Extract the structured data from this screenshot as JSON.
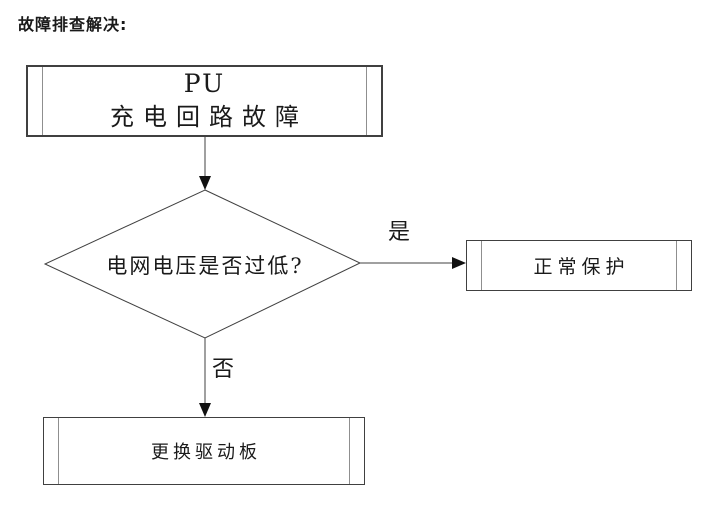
{
  "page": {
    "heading": "故障排查解决:"
  },
  "flowchart": {
    "nodes": {
      "fault": {
        "type": "predefined-process",
        "line1": "PU",
        "line2": "充电回路故障"
      },
      "decision": {
        "type": "decision",
        "label": "电网电压是否过低?"
      },
      "protect": {
        "type": "predefined-process",
        "label": "正常保护"
      },
      "replace": {
        "type": "predefined-process",
        "label": "更换驱动板"
      }
    },
    "edges": {
      "yes_label": "是",
      "no_label": "否"
    },
    "colors": {
      "line": "#404040",
      "inner_bar": "#8f8f8f",
      "arrowhead": "#111111",
      "text": "#1a1a1a",
      "background": "#ffffff"
    }
  }
}
